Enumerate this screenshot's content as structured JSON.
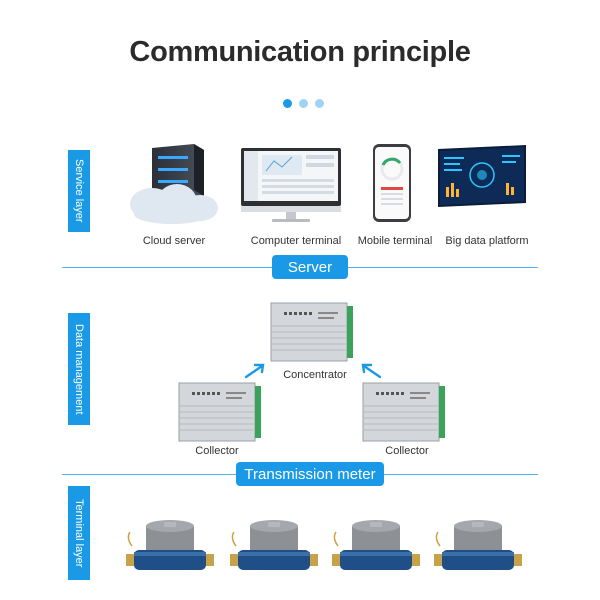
{
  "title": "Communication principle",
  "carousel": {
    "dots": 3,
    "active": 1
  },
  "layers": {
    "service": "Service layer",
    "data": "Data management",
    "terminal": "Terminal layer"
  },
  "service_items": [
    {
      "label": "Cloud server",
      "icon": "cloud-server-icon"
    },
    {
      "label": "Computer terminal",
      "icon": "computer-monitor-icon"
    },
    {
      "label": "Mobile terminal",
      "icon": "smartphone-icon"
    },
    {
      "label": "Big data platform",
      "icon": "dashboard-screen-icon"
    }
  ],
  "connectors": {
    "server": "Server",
    "transmission": "Transmission meter"
  },
  "data_devices": {
    "concentrator": "Concentrator",
    "collector_left": "Collector",
    "collector_right": "Collector"
  },
  "colors": {
    "accent": "#1a9ae6",
    "accent_light": "#9fd3f4",
    "title": "#2b2b2b"
  }
}
